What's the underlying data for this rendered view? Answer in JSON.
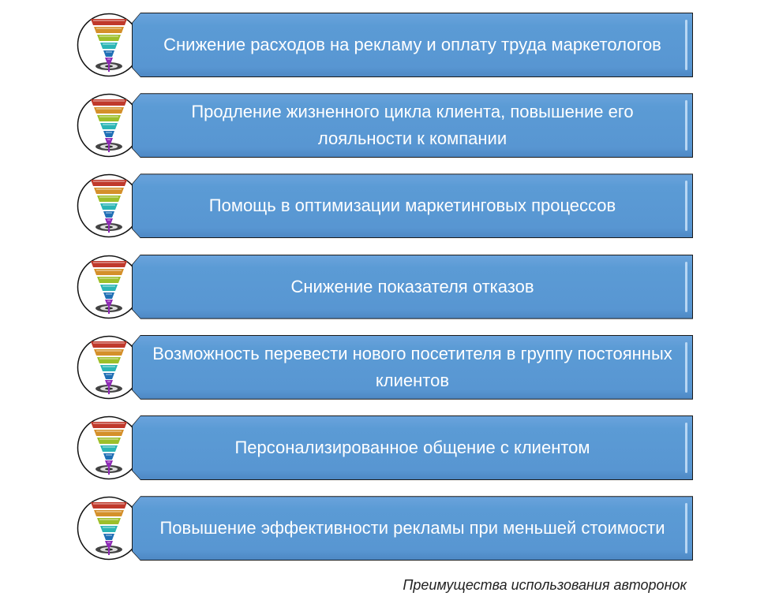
{
  "items": [
    {
      "text": "Снижение расходов на рекламу и оплату труда маркетологов"
    },
    {
      "text": "Продление жизненного цикла клиента, повышение его лояльности к компании"
    },
    {
      "text": "Помощь в оптимизации маркетинговых процессов"
    },
    {
      "text": "Снижение показателя отказов"
    },
    {
      "text": "Возможность перевести нового посетителя в группу постоянных клиентов"
    },
    {
      "text": "Персонализированное общение с клиентом"
    },
    {
      "text": "Повышение эффективности рекламы при меньшей стоимости"
    }
  ],
  "caption": "Преимущества использования авторонок",
  "colors": {
    "box": "#5b9bd5",
    "funnel": [
      "#c0392b",
      "#d4902a",
      "#9cbf2a",
      "#2bb5b5",
      "#1f6fb5",
      "#8e2bb5"
    ]
  }
}
